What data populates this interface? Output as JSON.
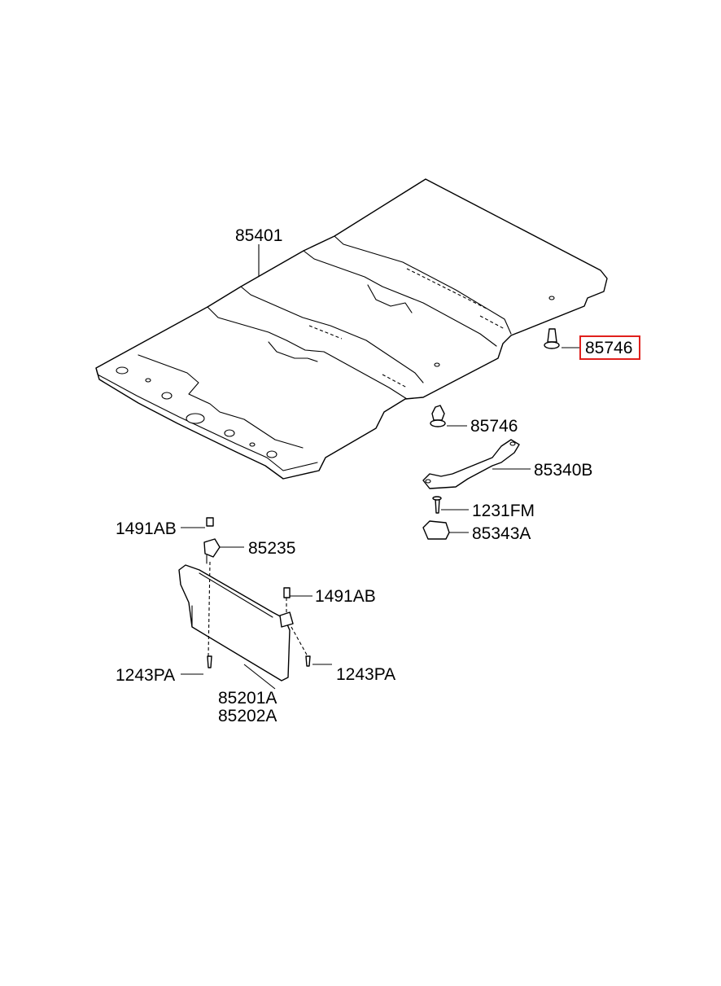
{
  "highlight_color": "#e0201c",
  "line_color": "#000000",
  "callouts": [
    {
      "id": "headlining",
      "label": "85401"
    },
    {
      "id": "clip-top-right",
      "label": "85746",
      "highlighted": true
    },
    {
      "id": "clip-middle",
      "label": "85746"
    },
    {
      "id": "handle-bracket",
      "label": "85340B"
    },
    {
      "id": "screw",
      "label": "1231FM"
    },
    {
      "id": "cover",
      "label": "85343A"
    },
    {
      "id": "visor-left-clip",
      "label": "1491AB"
    },
    {
      "id": "visor-holder",
      "label": "85235"
    },
    {
      "id": "visor-right-clip",
      "label": "1491AB"
    },
    {
      "id": "visor-left-screw",
      "label": "1243PA"
    },
    {
      "id": "visor-right-screw",
      "label": "1243PA"
    },
    {
      "id": "sunvisor-lh",
      "label": "85201A"
    },
    {
      "id": "sunvisor-rh",
      "label": "85202A"
    }
  ]
}
